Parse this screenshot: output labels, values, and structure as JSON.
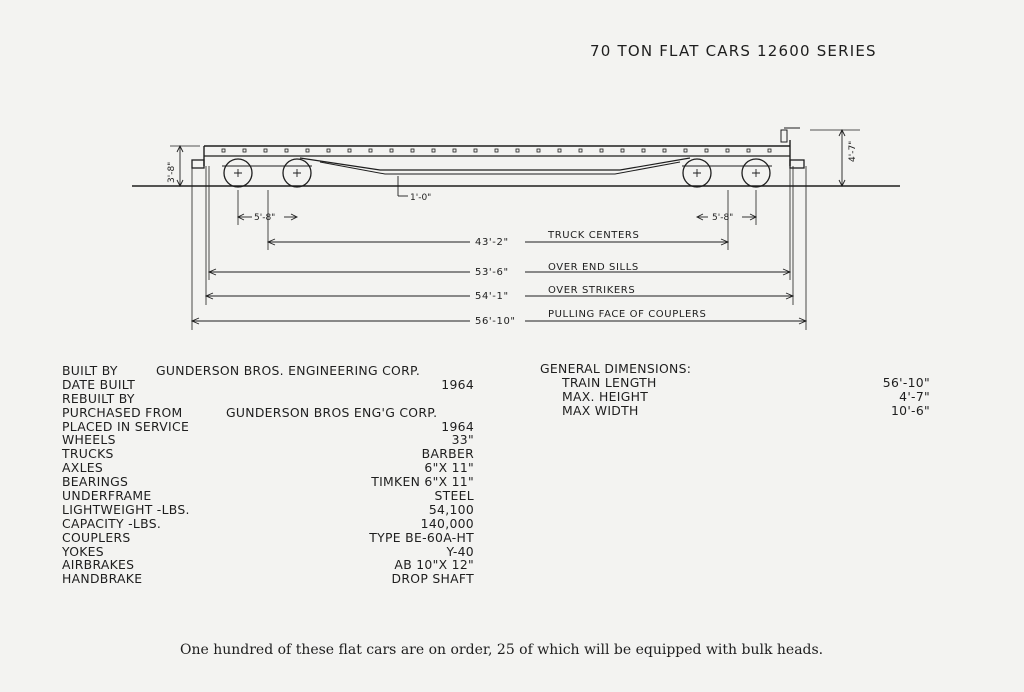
{
  "title": "70 TON FLAT CARS 12600 SERIES",
  "drawing": {
    "height_left": "3'-8\"",
    "height_right": "4'-7\"",
    "clearance": "1'-0\"",
    "wheelbase_left": "5'-8\"",
    "wheelbase_right": "5'-8\"",
    "dimensions": [
      {
        "value": "43'-2\"",
        "label": "TRUCK CENTERS"
      },
      {
        "value": "53'-6\"",
        "label": "OVER END SILLS"
      },
      {
        "value": "54'-1\"",
        "label": "OVER STRIKERS"
      },
      {
        "value": "56'-10\"",
        "label": "PULLING FACE OF COUPLERS"
      }
    ]
  },
  "specs": {
    "built_by_label": "BUILT BY",
    "built_by_value": "GUNDERSON BROS. ENGINEERING CORP.",
    "date_built_label": "DATE BUILT",
    "date_built_value": "1964",
    "rebuilt_by_label": "REBUILT BY",
    "purchased_from_label": "PURCHASED FROM",
    "purchased_from_value": "GUNDERSON BROS ENG'G CORP.",
    "placed_label": "PLACED IN SERVICE",
    "placed_value": "1964",
    "wheels_label": "WHEELS",
    "wheels_value": "33\"",
    "trucks_label": "TRUCKS",
    "trucks_value": "BARBER",
    "axles_label": "AXLES",
    "axles_value": "6\"X 11\"",
    "bearings_label": "BEARINGS",
    "bearings_value": "TIMKEN 6\"X 11\"",
    "underframe_label": "UNDERFRAME",
    "underframe_value": "STEEL",
    "lightweight_label": "LIGHTWEIGHT -LBS.",
    "lightweight_value": "54,100",
    "capacity_label": "CAPACITY -LBS.",
    "capacity_value": "140,000",
    "couplers_label": "COUPLERS",
    "couplers_value": "TYPE BE-60A-HT",
    "yokes_label": "YOKES",
    "yokes_value": "Y-40",
    "airbrakes_label": "AIRBRAKES",
    "airbrakes_value": "AB 10\"X 12\"",
    "handbrake_label": "HANDBRAKE",
    "handbrake_value": "DROP SHAFT"
  },
  "general": {
    "heading": "GENERAL DIMENSIONS:",
    "train_length_label": "TRAIN LENGTH",
    "train_length_value": "56'-10\"",
    "max_height_label": "MAX. HEIGHT",
    "max_height_value": "4'-7\"",
    "max_width_label": "MAX WIDTH",
    "max_width_value": "10'-6\""
  },
  "note": "One hundred of these flat cars are on order, 25 of which will be equipped with bulk heads."
}
